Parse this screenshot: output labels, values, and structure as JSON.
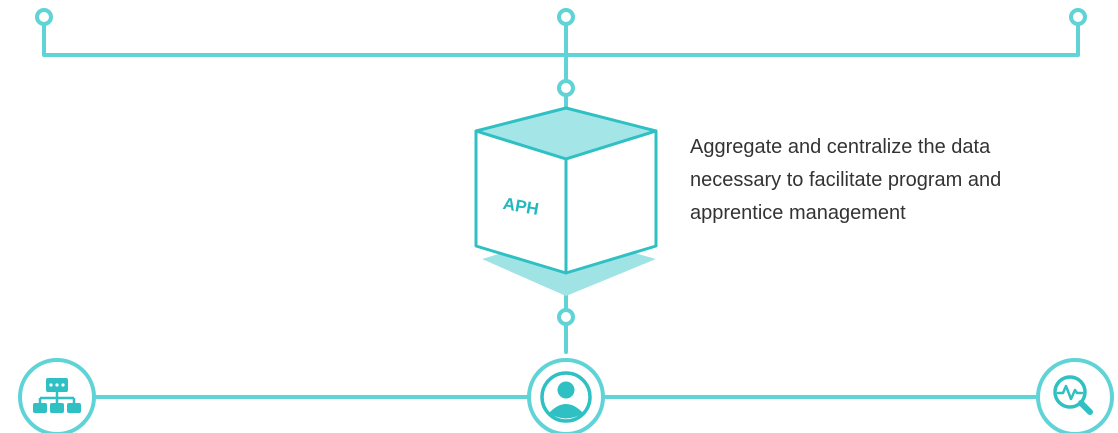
{
  "cube": {
    "label": "APH"
  },
  "description": {
    "lines": [
      "Aggregate and centralize the data",
      "necessary to facilitate program and",
      "apprentice management"
    ]
  },
  "colors": {
    "accent": "#5fd3d6",
    "accent_dark": "#2fc0c3",
    "cube_top": "#a4e6e8",
    "cube_shadow": "#9fe3e5",
    "label": "#22b8bd",
    "text": "#333333"
  },
  "icons": {
    "left": "org-chart-icon",
    "center": "user-icon",
    "right": "analytics-search-icon"
  }
}
